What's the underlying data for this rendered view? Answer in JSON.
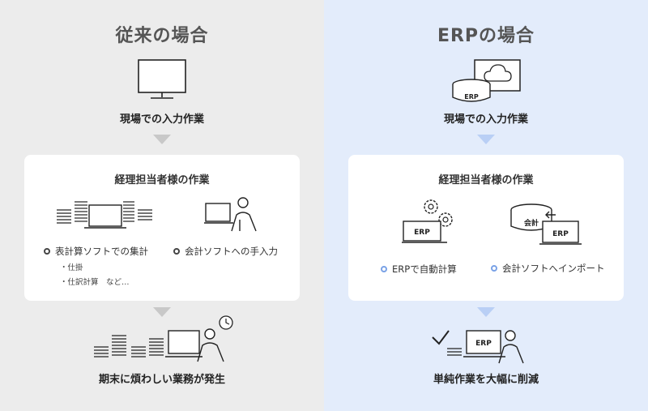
{
  "left": {
    "title": "従来の場合",
    "top_label": "現場での入力作業",
    "card_title": "経理担当者様の作業",
    "bullet_1": "表計算ソフトでの集計",
    "bullet_2": "会計ソフトへの手入力",
    "sub_1": "・仕掛",
    "sub_2": "・仕訳計算　など…",
    "bottom_label": "期末に煩わしい業務が発生"
  },
  "right": {
    "title": "ERPの場合",
    "top_label": "現場での入力作業",
    "card_title": "経理担当者様の作業",
    "bullet_1": "ERPで自動計算",
    "bullet_2": "会計ソフトへインポート",
    "bottom_label": "単純作業を大幅に削減",
    "erp_tag": "ERP",
    "kaikei_tag": "会計"
  },
  "colors": {
    "left_bg": "#ececec",
    "right_bg": "#e3ecfb",
    "arrow_left": "#c8c8c8",
    "arrow_right": "#b9cff5",
    "bullet_blue": "#7aa2e6"
  },
  "icons": [
    "monitor-icon",
    "server-cloud-icon",
    "spreadsheet-laptop-icon",
    "person-laptop-icon",
    "gear-laptop-icon",
    "database-import-icon",
    "clock-icon",
    "checkmark-icon"
  ]
}
